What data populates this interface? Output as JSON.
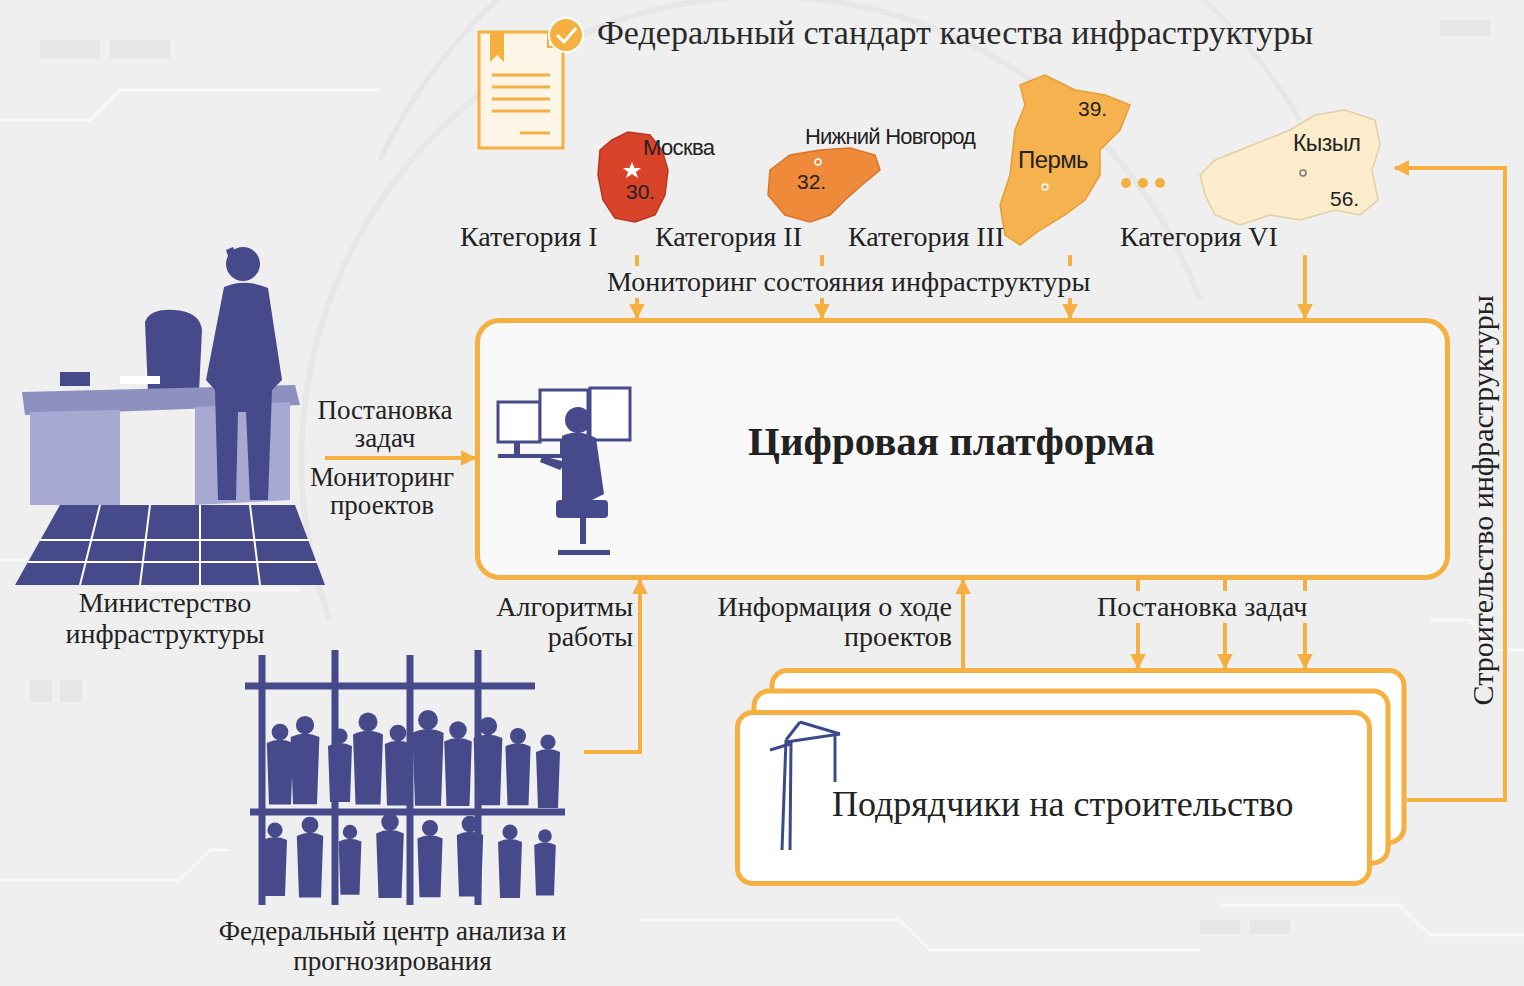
{
  "diagram": {
    "nodes": [
      {
        "text": [
          "Москва",
          "30.",
          "Категория I"
        ]
      },
      {
        "text": [
          "Нижний Новгород",
          "32.",
          "Категория II"
        ]
      },
      {
        "text": [
          "39.",
          "Пермь",
          "Категория III"
        ]
      },
      {
        "text": [
          "Кызыл",
          "56.",
          "Категория VI"
        ]
      },
      {
        "text": [
          "Цифровая платформа"
        ]
      },
      {
        "text": [
          "Министерство инфраструктуры"
        ]
      },
      {
        "text": [
          "Федеральный центр анализа и прогнозирования"
        ]
      },
      {
        "text": [
          "Подрядчики на строительство"
        ]
      }
    ],
    "edges": [
      {
        "from": 0,
        "to": 4,
        "arrow": "to"
      },
      {
        "from": 1,
        "to": 4,
        "arrow": "to"
      },
      {
        "from": 2,
        "to": 4,
        "arrow": "to"
      },
      {
        "from": 3,
        "to": 4,
        "arrow": "to"
      },
      {
        "from": 5,
        "to": 4,
        "label": "Постановка задач",
        "arrow": "to"
      },
      {
        "from": 6,
        "to": 4,
        "label": "Алгоритмы работы",
        "arrow": "to"
      },
      {
        "from": 7,
        "to": 4,
        "label": "Информация о ходе проектов",
        "arrow": "to"
      },
      {
        "from": 4,
        "to": 7,
        "label": "Постановка задач",
        "arrow": "to"
      },
      {
        "from": 4,
        "to": 7,
        "arrow": "to"
      },
      {
        "from": 4,
        "to": 7,
        "arrow": "to"
      },
      {
        "from": 7,
        "to": 3,
        "label": "Строительство инфраструктуры",
        "arrow": "to"
      }
    ],
    "labels": [
      "Федеральный стандарт качества инфраструктуры",
      "Мониторинг состояния инфраструктуры",
      "Мониторинг проектов"
    ]
  }
}
